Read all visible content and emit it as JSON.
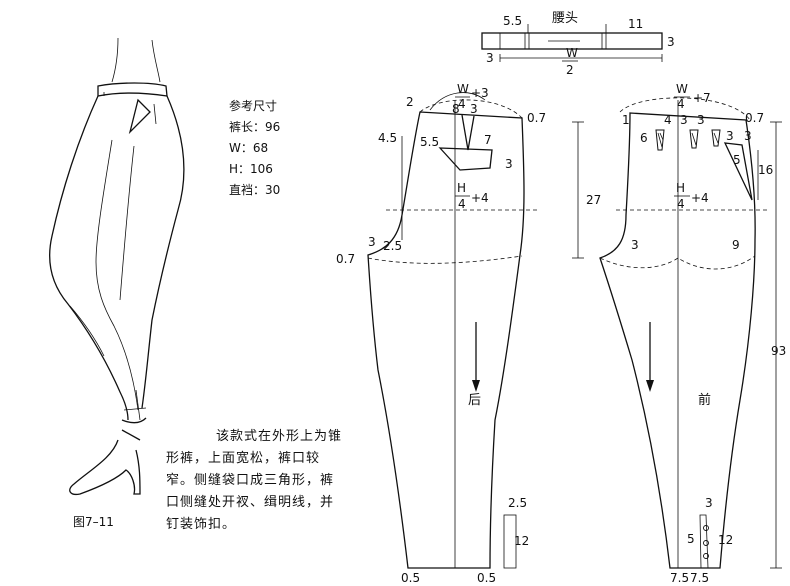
{
  "reference": {
    "title": "参考尺寸",
    "rows": [
      "裤长：96",
      "W：68",
      "H：106",
      "直裆：30"
    ]
  },
  "figure_label": "图7–11",
  "description": [
    "该款式在外形上为锥",
    "形裤，上面宽松，裤口较",
    "窄。侧缝袋口成三角形，裤",
    "口侧缝处开衩、缉明线，并",
    "钉装饰扣。"
  ],
  "waistband": {
    "title": "腰头",
    "dim_left": "5.5",
    "dim_right": "11",
    "dim_height": "3",
    "dim_end": "3",
    "formula_num": "W",
    "formula_den": "2"
  },
  "back": {
    "label": "后",
    "waist_num": "W",
    "waist_den": "4",
    "waist_add": "+3",
    "hip_num": "H",
    "hip_den": "4",
    "hip_add": "+4",
    "d_2": "2",
    "d_45": "4.5",
    "d_07": "0.7",
    "d_8": "8",
    "d_3a": "3",
    "d_7": "7",
    "d_55": "5.5",
    "d_3b": "3",
    "d_07b": "0.7",
    "d_3c": "3",
    "d_25": "2.5",
    "d_27": "27",
    "d_25b": "2.5",
    "d_12": "12",
    "d_05a": "0.5",
    "d_05b": "0.5"
  },
  "front": {
    "label": "前",
    "waist_num": "W",
    "waist_den": "4",
    "waist_add": "+7",
    "hip_num": "H",
    "hip_den": "4",
    "hip_add": "+4",
    "d_1": "1",
    "d_6": "6",
    "d_4": "4",
    "d_3a": "3",
    "d_3b": "3",
    "d_07": "0.7",
    "d_3c": "3",
    "d_3d": "3",
    "d_5": "5",
    "d_16": "16",
    "d_3e": "3",
    "d_9": "9",
    "d_93": "93",
    "d_3f": "3",
    "d_5b": "5",
    "d_12": "12",
    "d_75a": "7.5",
    "d_75b": "7.5"
  }
}
